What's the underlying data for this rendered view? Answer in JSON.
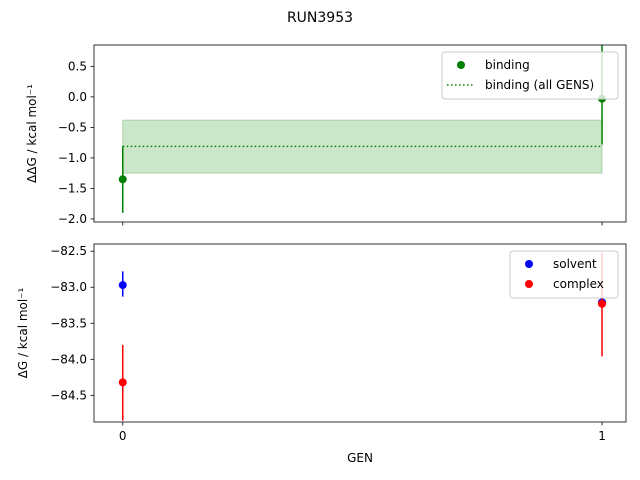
{
  "figure": {
    "title": "RUN3953"
  },
  "chart_data": [
    {
      "type": "scatter",
      "ylabel": "ΔΔG / kcal mol⁻¹",
      "xlabel": "",
      "xlim": [
        -0.06,
        1.05
      ],
      "ylim": [
        -2.05,
        0.85
      ],
      "x_ticks": [
        {
          "value": 0,
          "label": ""
        },
        {
          "value": 1,
          "label": ""
        }
      ],
      "y_ticks": [
        {
          "value": 0.5,
          "label": "0.5"
        },
        {
          "value": 0.0,
          "label": "0.0"
        },
        {
          "value": -0.5,
          "label": "−0.5"
        },
        {
          "value": -1.0,
          "label": "−1.0"
        },
        {
          "value": -1.5,
          "label": "−1.5"
        },
        {
          "value": -2.0,
          "label": "−2.0"
        }
      ],
      "band": {
        "y_low": -1.25,
        "y_high": -0.38,
        "color": "#008000",
        "opacity": 0.2
      },
      "reference_line": {
        "name": "binding (all GENS)",
        "y": -0.81,
        "color": "#008000",
        "style": "dotted"
      },
      "series": [
        {
          "name": "binding",
          "color": "#008000",
          "points": [
            {
              "x": 0,
              "y": -1.35,
              "err_low": -1.9,
              "err_high": -0.81
            },
            {
              "x": 1,
              "y": -0.03,
              "err_low": -0.78,
              "err_high": 0.85
            }
          ]
        }
      ],
      "legend": {
        "position": "top-right",
        "entries": [
          {
            "label": "binding",
            "marker": "dot",
            "color": "#008000"
          },
          {
            "label": "binding (all GENS)",
            "marker": "dotted-line",
            "color": "#008000"
          }
        ]
      }
    },
    {
      "type": "scatter",
      "ylabel": "ΔG / kcal mol⁻¹",
      "xlabel": "GEN",
      "xlim": [
        -0.06,
        1.05
      ],
      "ylim": [
        -84.87,
        -82.4
      ],
      "x_ticks": [
        {
          "value": 0,
          "label": "0"
        },
        {
          "value": 1,
          "label": "1"
        }
      ],
      "y_ticks": [
        {
          "value": -82.5,
          "label": "−82.5"
        },
        {
          "value": -83.0,
          "label": "−83.0"
        },
        {
          "value": -83.5,
          "label": "−83.5"
        },
        {
          "value": -84.0,
          "label": "−84.0"
        },
        {
          "value": -84.5,
          "label": "−84.5"
        }
      ],
      "series": [
        {
          "name": "solvent",
          "color": "#0000ff",
          "points": [
            {
              "x": 0,
              "y": -82.97,
              "err_low": -83.13,
              "err_high": -82.78
            },
            {
              "x": 1,
              "y": -83.21,
              "err_low": -83.21,
              "err_high": -83.21
            }
          ]
        },
        {
          "name": "complex",
          "color": "#ff0000",
          "points": [
            {
              "x": 0,
              "y": -84.32,
              "err_low": -84.85,
              "err_high": -83.8
            },
            {
              "x": 1,
              "y": -83.23,
              "err_low": -83.96,
              "err_high": -82.52
            }
          ]
        }
      ],
      "legend": {
        "position": "top-right",
        "entries": [
          {
            "label": "solvent",
            "marker": "dot",
            "color": "#0000ff"
          },
          {
            "label": "complex",
            "marker": "dot",
            "color": "#ff0000"
          }
        ]
      }
    }
  ]
}
